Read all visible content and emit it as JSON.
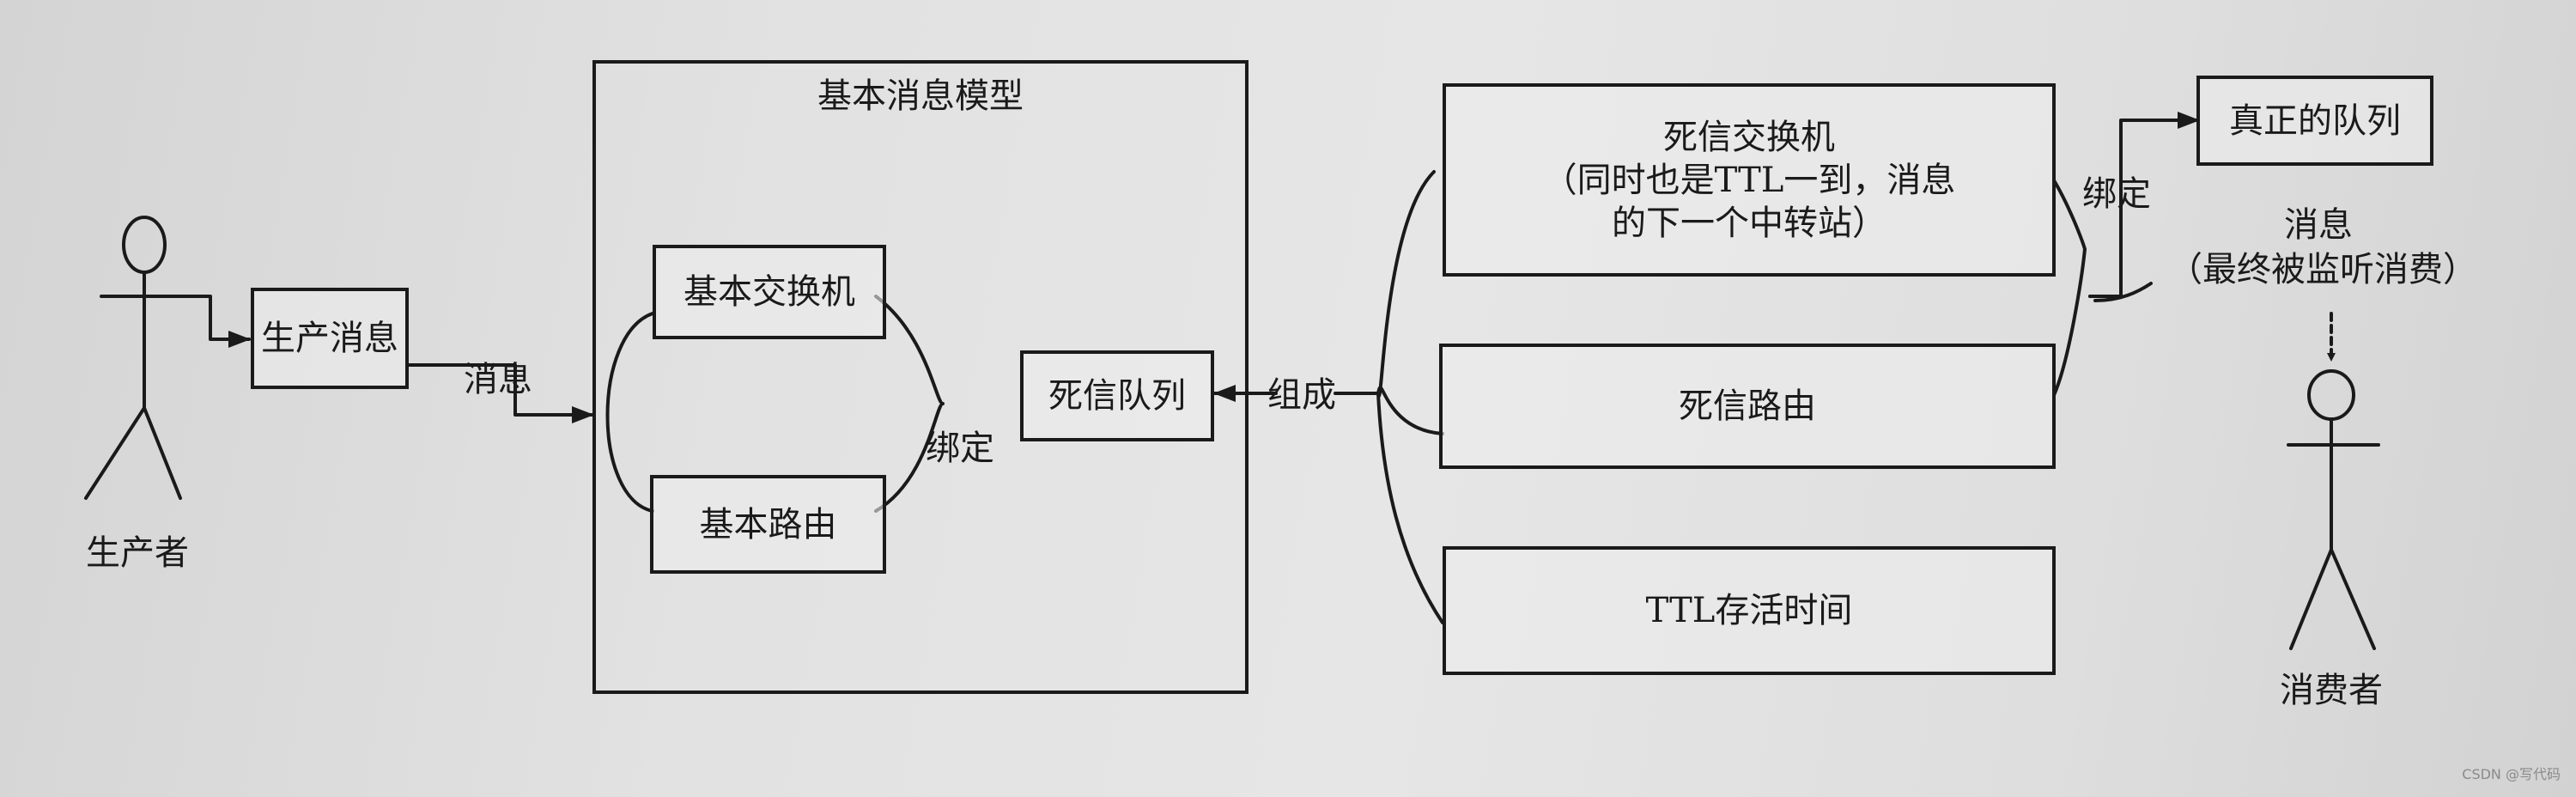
{
  "actors": {
    "producer": "生产者",
    "consumer": "消费者"
  },
  "nodes": {
    "produce_message": "生产消息",
    "basic_model_title": "基本消息模型",
    "basic_exchange": "基本交换机",
    "basic_route": "基本路由",
    "dead_letter_queue": "死信队列",
    "dead_letter_exchange_line1": "死信交换机",
    "dead_letter_exchange_line2": "（同时也是TTL一到，消息",
    "dead_letter_exchange_line3": "的下一个中转站）",
    "dead_letter_route": "死信路由",
    "ttl": "TTL存活时间",
    "real_queue": "真正的队列"
  },
  "edge_labels": {
    "message": "消息",
    "bind_left": "绑定",
    "compose": "组成",
    "bind_right": "绑定",
    "final_message_line1": "消息",
    "final_message_line2": "（最终被监听消费）"
  },
  "watermark": "CSDN @写代码"
}
